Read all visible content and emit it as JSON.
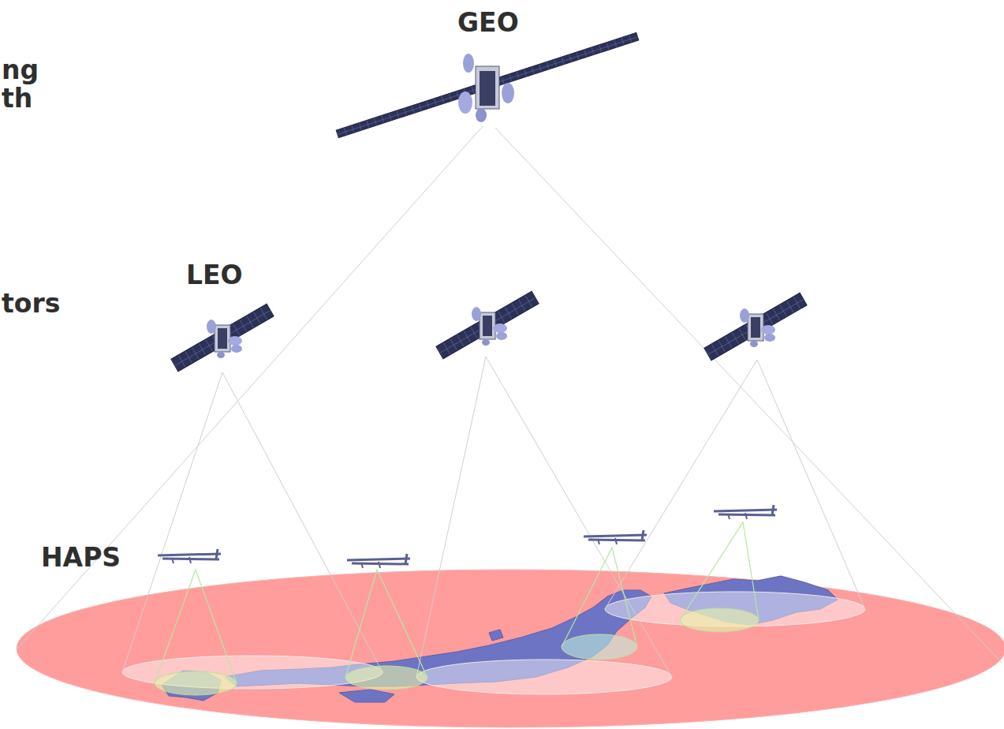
{
  "diagram": {
    "labels": [
      "GEO",
      "ng",
      "th",
      "LEO",
      "tors",
      "HAPS"
    ]
  }
}
